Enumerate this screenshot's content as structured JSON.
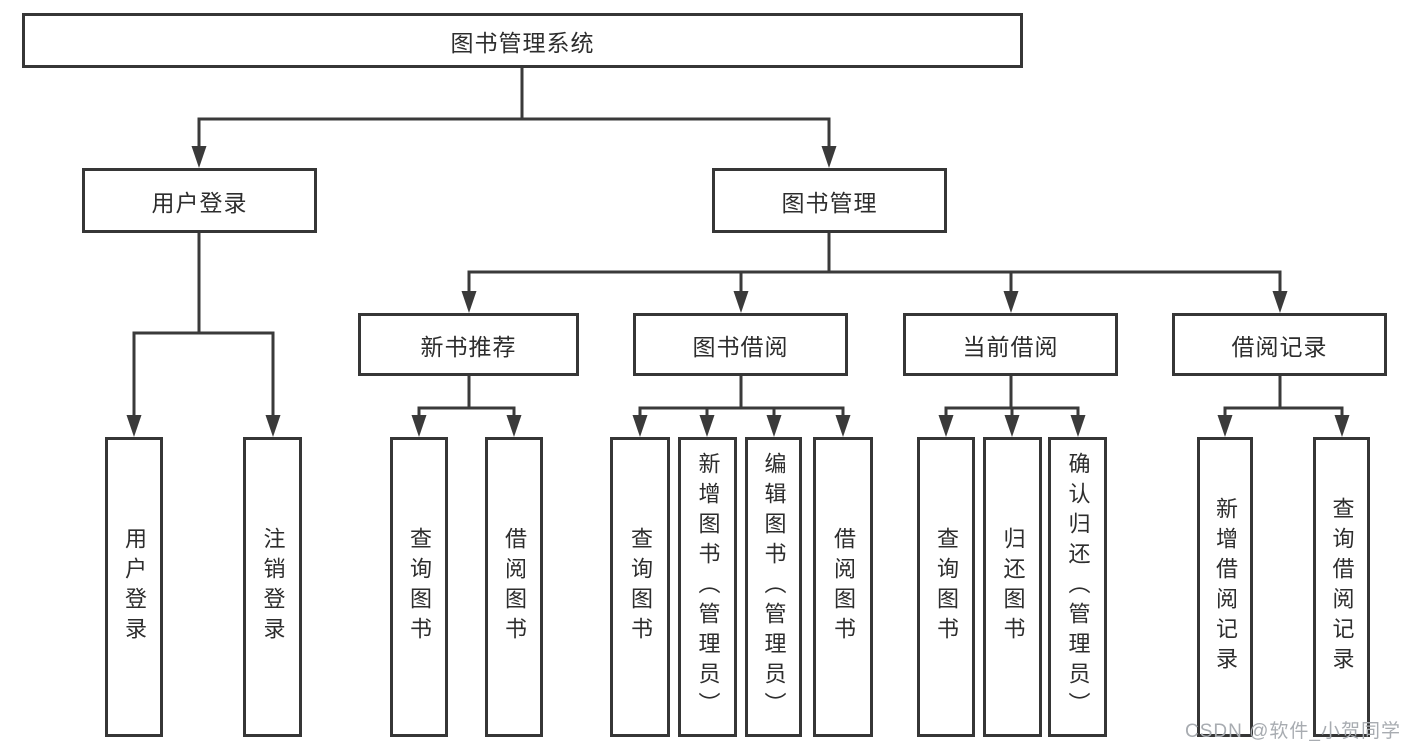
{
  "nodes": {
    "root": "图书管理系统",
    "level2": {
      "user_login": "用户登录",
      "book_mgmt": "图书管理"
    },
    "level3": {
      "new_books": "新书推荐",
      "book_borrow": "图书借阅",
      "current_borrow": "当前借阅",
      "borrow_records": "借阅记录"
    },
    "leaves": {
      "user_login": [
        "用户登录",
        "注销登录"
      ],
      "new_books": [
        "查询图书",
        "借阅图书"
      ],
      "book_borrow": [
        "查询图书",
        "新增图书（管理员）",
        "编辑图书（管理员）",
        "借阅图书"
      ],
      "current_borrow": [
        "查询图书",
        "归还图书",
        "确认归还（管理员）"
      ],
      "borrow_records": [
        "新增借阅记录",
        "查询借阅记录"
      ]
    }
  },
  "watermark": "CSDN @软件_小贺同学",
  "colors": {
    "line": "#3a3a3a",
    "text": "#2d2d2d",
    "box_background": "#ffffff",
    "page_background": "#ffffff",
    "watermark": "#a8acb1"
  }
}
